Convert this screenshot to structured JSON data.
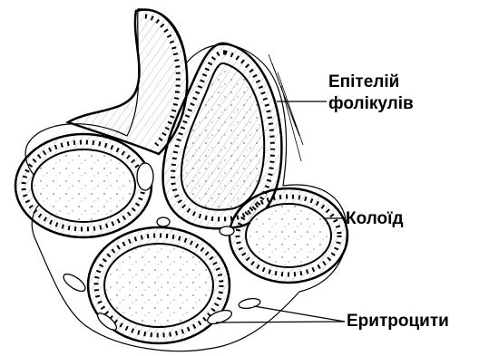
{
  "labels": {
    "epithelium_line1": "Епітелій",
    "epithelium_line2": "фолікулів",
    "colloid": "Колоїд",
    "erythrocytes": "Еритроцити"
  },
  "colors": {
    "ink": "#000000",
    "background": "#ffffff"
  }
}
